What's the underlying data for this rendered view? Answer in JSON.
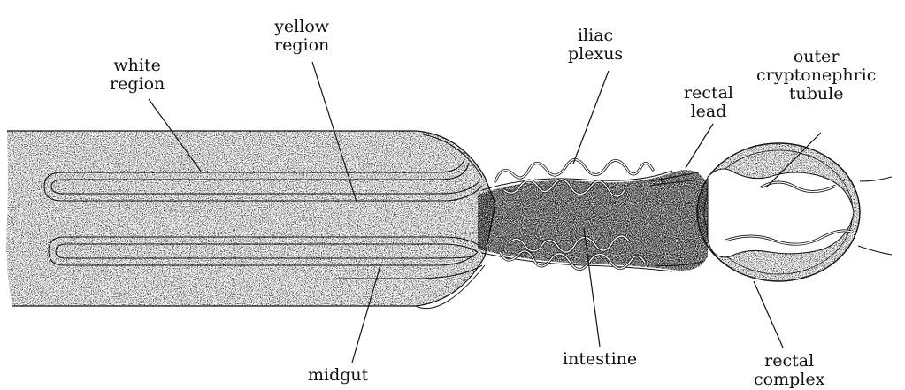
{
  "labels": {
    "white_region": [
      "white",
      "region"
    ],
    "yellow_region": [
      "yellow",
      "region"
    ],
    "iliac_plexus": [
      "iliac",
      "plexus"
    ],
    "rectal_lead": [
      "rectal",
      "lead"
    ],
    "outer_cryptonephric_tubule": [
      "outer",
      "cryptonephric",
      "tubule"
    ],
    "midgut": [
      "midgut"
    ],
    "intestine": [
      "intestine"
    ],
    "rectal_complex": [
      "rectal",
      "complex"
    ]
  },
  "colors": {
    "ink": "#111111",
    "background": "#ffffff"
  }
}
